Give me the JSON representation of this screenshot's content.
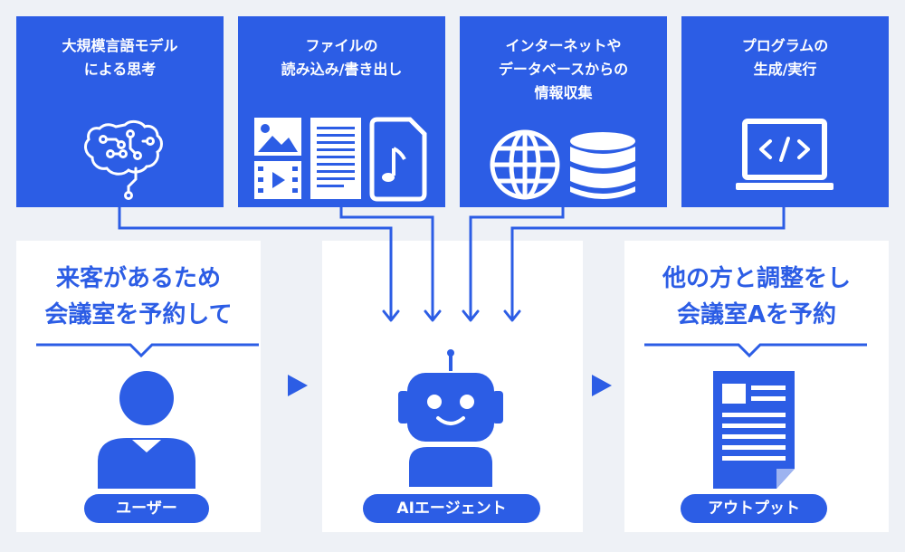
{
  "capabilities": [
    {
      "lines": [
        "大規模言語モデル",
        "による思考"
      ],
      "icon": "brain-circuit-icon"
    },
    {
      "lines": [
        "ファイルの",
        "読み込み/書き出し"
      ],
      "icon": "file-types-icon"
    },
    {
      "lines": [
        "インターネットや",
        "データベースからの",
        "情報収集"
      ],
      "icon": "globe-database-icon"
    },
    {
      "lines": [
        "プログラムの",
        "生成/実行"
      ],
      "icon": "laptop-code-icon"
    }
  ],
  "user": {
    "request_lines": [
      "来客があるため",
      "会議室を予約して"
    ],
    "label": "ユーザー",
    "icon": "user-icon"
  },
  "agent": {
    "label": "AIエージェント",
    "icon": "robot-icon"
  },
  "output": {
    "result_lines": [
      "他の方と調整をし",
      "会議室Aを予約"
    ],
    "label": "アウトプット",
    "icon": "document-icon"
  },
  "colors": {
    "accent": "#2c5de5",
    "background": "#eef1f6",
    "panel": "#ffffff"
  }
}
